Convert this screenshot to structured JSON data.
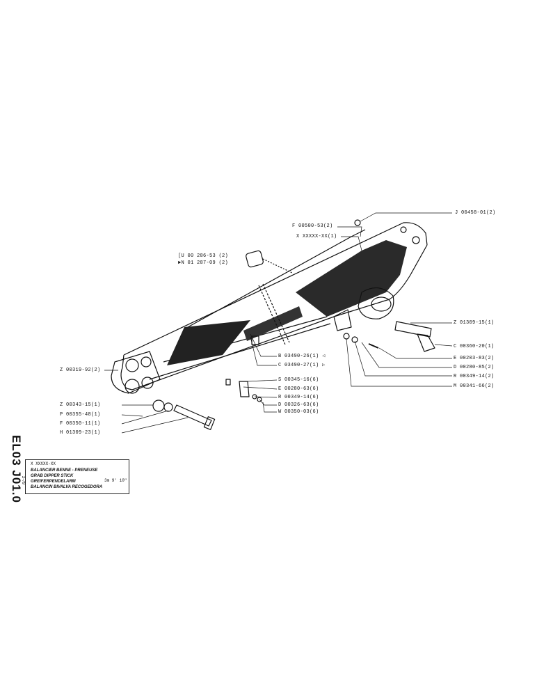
{
  "drawing_ref": "EL03 J01.0",
  "title_block": {
    "header": "X XXXXX-XX",
    "lines": [
      "BALANCIER BENNE - PRENEUSE",
      "GRAB DIPPER STICK",
      "GREIFERPENDELARM",
      "BALANCIN BIVALVA RECOGEDORA"
    ],
    "date": "2-79",
    "size": "3m  9' 10\""
  },
  "parts": [
    {
      "id": "J",
      "text": "J 00458-01(2)"
    },
    {
      "id": "F1",
      "text": "F 00500-53(2)"
    },
    {
      "id": "X",
      "text": "X XXXXX-XX(1)"
    },
    {
      "id": "U",
      "text": "[U 00 286-53 (2)"
    },
    {
      "id": "N",
      "text": "►N 01 287-09 (2)"
    },
    {
      "id": "Z1",
      "text": "Z 01309-15(1)"
    },
    {
      "id": "C1",
      "text": "C 00360-20(1)"
    },
    {
      "id": "E1",
      "text": "E 00203-83(2)"
    },
    {
      "id": "D1",
      "text": "D 00280-85(2)"
    },
    {
      "id": "R1",
      "text": "R 00349-14(2)"
    },
    {
      "id": "M",
      "text": "M 00341-66(2)"
    },
    {
      "id": "Z2",
      "text": "Z 00319-92(2)"
    },
    {
      "id": "B",
      "text": "B 03490-26(1) ◁"
    },
    {
      "id": "C2",
      "text": "C 03490-27(1) ▷"
    },
    {
      "id": "S",
      "text": "S 00345-16(6)"
    },
    {
      "id": "E2",
      "text": "E 00280-63(6)"
    },
    {
      "id": "R2",
      "text": "R 00349-14(6)"
    },
    {
      "id": "D2",
      "text": "D 00326-63(6)"
    },
    {
      "id": "W",
      "text": "W 00350-03(6)"
    },
    {
      "id": "Z3",
      "text": "Z 00343-15(1)"
    },
    {
      "id": "P",
      "text": "P 00355-48(1)"
    },
    {
      "id": "F2",
      "text": "F 00350-11(1)"
    },
    {
      "id": "H",
      "text": "H 01309-23(1)"
    }
  ]
}
